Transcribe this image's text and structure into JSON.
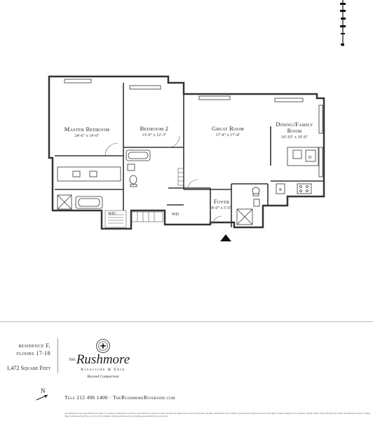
{
  "rooms": {
    "master_bedroom": {
      "name": "Master Bedroom",
      "dims": "24'-6\" x 14'-0\""
    },
    "bedroom_2": {
      "name": "Bedroom 2",
      "dims": "13'-0\" x 12'-3\""
    },
    "great_room": {
      "name": "Great Room",
      "dims": "17'-4\" x 17'-4\""
    },
    "dining_family": {
      "name_line1": "Dining/Family",
      "name_line2": "Room",
      "dims": "10'-10\" x 10'-0\""
    },
    "foyer": {
      "name": "Foyer",
      "dims": "8'-0\" x 5'-0\""
    }
  },
  "fixtures": {
    "wic": "WIC",
    "wd": "WD",
    "d": "D",
    "r": "R"
  },
  "footer": {
    "residence_line1": "residence F,",
    "residence_line2": "floors 17-18",
    "square_feet": "1,472 Square Feet",
    "logo_the": "THE",
    "logo_name": "Rushmore",
    "logo_subtitle": "Riverside & 64th",
    "logo_tagline": "Beyond Comparison",
    "contact": "Tele 212 496 1400 · TheRushmoreRiverside.com",
    "disclaimer": "All dimensions are approximate and subject to normal construction variances and tolerances. Square footage exceeds the usable floor area and includes columns, mechanical areas, shafts, and balconies. Sponsor reserves the right to make changes in accordance with the terms of the offering plan. Plans and dimensions may contain minor variations from floor to floor. The complete offering terms are in an offering plan available from Sponsor.",
    "north_label": "N"
  },
  "colors": {
    "wall": "#333333",
    "accent": "#999999"
  }
}
